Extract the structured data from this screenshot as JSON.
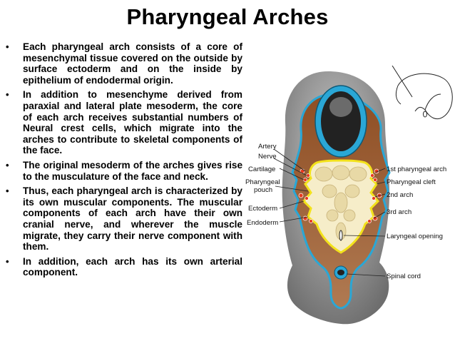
{
  "title": "Pharyngeal Arches",
  "bullets": [
    "Each pharyngeal arch consists of a core of mesenchymal tissue covered on the outside by surface ectoderm and on the inside by epithelium of endodermal origin.",
    "In addition to mesenchyme derived from paraxial and lateral plate mesoderm, the core of each arch receives substantial numbers of Neural crest cells, which migrate into the arches to contribute to skeletal components of the face.",
    "The original mesoderm of the arches gives rise to the musculature of the face and neck.",
    "Thus, each pharyngeal arch is characterized by its own muscular components. The muscular components of each arch have their own cranial nerve, and wherever the muscle migrate, they carry their nerve component with them.",
    "In addition, each arch has its own arterial component."
  ],
  "figure": {
    "left_labels": {
      "artery": "Artery",
      "nerve": "Nerve",
      "cartilage": "Cartilage",
      "pharyngeal_pouch_1": "Pharyngeal",
      "pharyngeal_pouch_2": "pouch",
      "ectoderm": "Ectoderm",
      "endoderm": "Endoderm"
    },
    "right_labels": {
      "first_arch": "1st pharyngeal arch",
      "cleft": "Pharyngeal cleft",
      "second_arch": "2nd arch",
      "third_arch": "3rd arch",
      "laryngeal": "Laryngeal opening",
      "spinal_cord": "Spinal cord"
    }
  },
  "colors": {
    "mesenchyme": "#9b5a2e",
    "ectoderm_line": "#2aa7d6",
    "endoderm_line": "#f3e21b",
    "cartilage": "#f4e6b8",
    "outer_gray": "#8d8d8d"
  }
}
